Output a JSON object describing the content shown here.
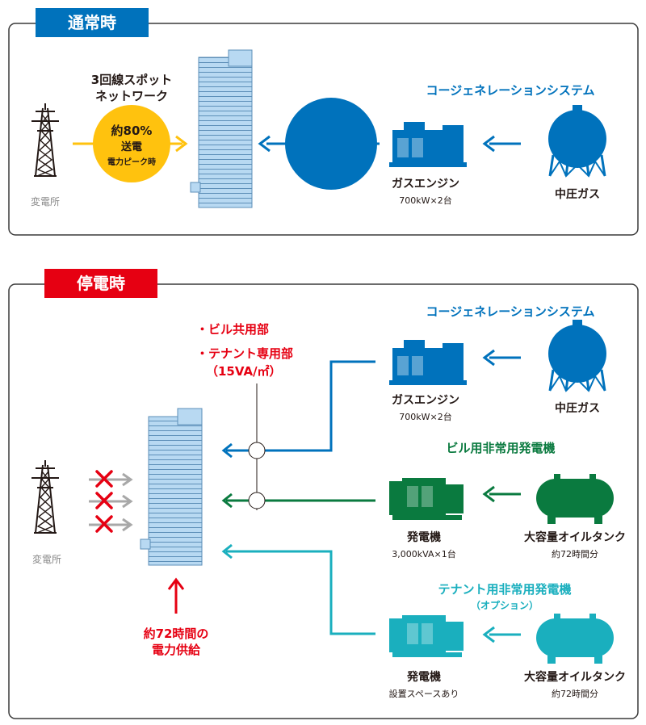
{
  "colors": {
    "blue": "#0072bc",
    "blue_light": "#b8d9f2",
    "green": "#0a7a3f",
    "teal": "#1aafbe",
    "red": "#e60012",
    "yellow": "#ffc20e",
    "gray": "#999999",
    "dark": "#231815"
  },
  "normal": {
    "badge": "通常時",
    "network_label_line1": "3回線スポット",
    "network_label_line2": "ネットワーク",
    "circle_line1": "約80%",
    "circle_line2": "送電",
    "circle_line3": "電力ピーク時",
    "substation_label": "変電所",
    "cogen_title": "コージェネレーションシステム",
    "gas_engine_label": "ガスエンジン",
    "gas_engine_spec": "700kW×2台",
    "gas_tank_label": "中圧ガス"
  },
  "outage": {
    "badge": "停電時",
    "bullet1": "・ビル共用部",
    "bullet2": "・テナント専用部",
    "bullet2_sub": "（15VA/㎡）",
    "cogen_title": "コージェネレーションシステム",
    "gas_engine_label": "ガスエンジン",
    "gas_engine_spec": "700kW×2台",
    "gas_tank_label": "中圧ガス",
    "bldg_emergency_title": "ビル用非常用発電機",
    "generator1_label": "発電機",
    "generator1_spec": "3,000kVA×1台",
    "oil_tank1_label": "大容量オイルタンク",
    "oil_tank1_spec": "約72時間分",
    "tenant_emergency_title": "テナント用非常用発電機",
    "tenant_emergency_option": "（オプション）",
    "generator2_label": "発電機",
    "generator2_spec": "設置スペースあり",
    "oil_tank2_label": "大容量オイルタンク",
    "oil_tank2_spec": "約72時間分",
    "supply_line1": "約72時間の",
    "supply_line2": "電力供給",
    "substation_label": "変電所"
  }
}
